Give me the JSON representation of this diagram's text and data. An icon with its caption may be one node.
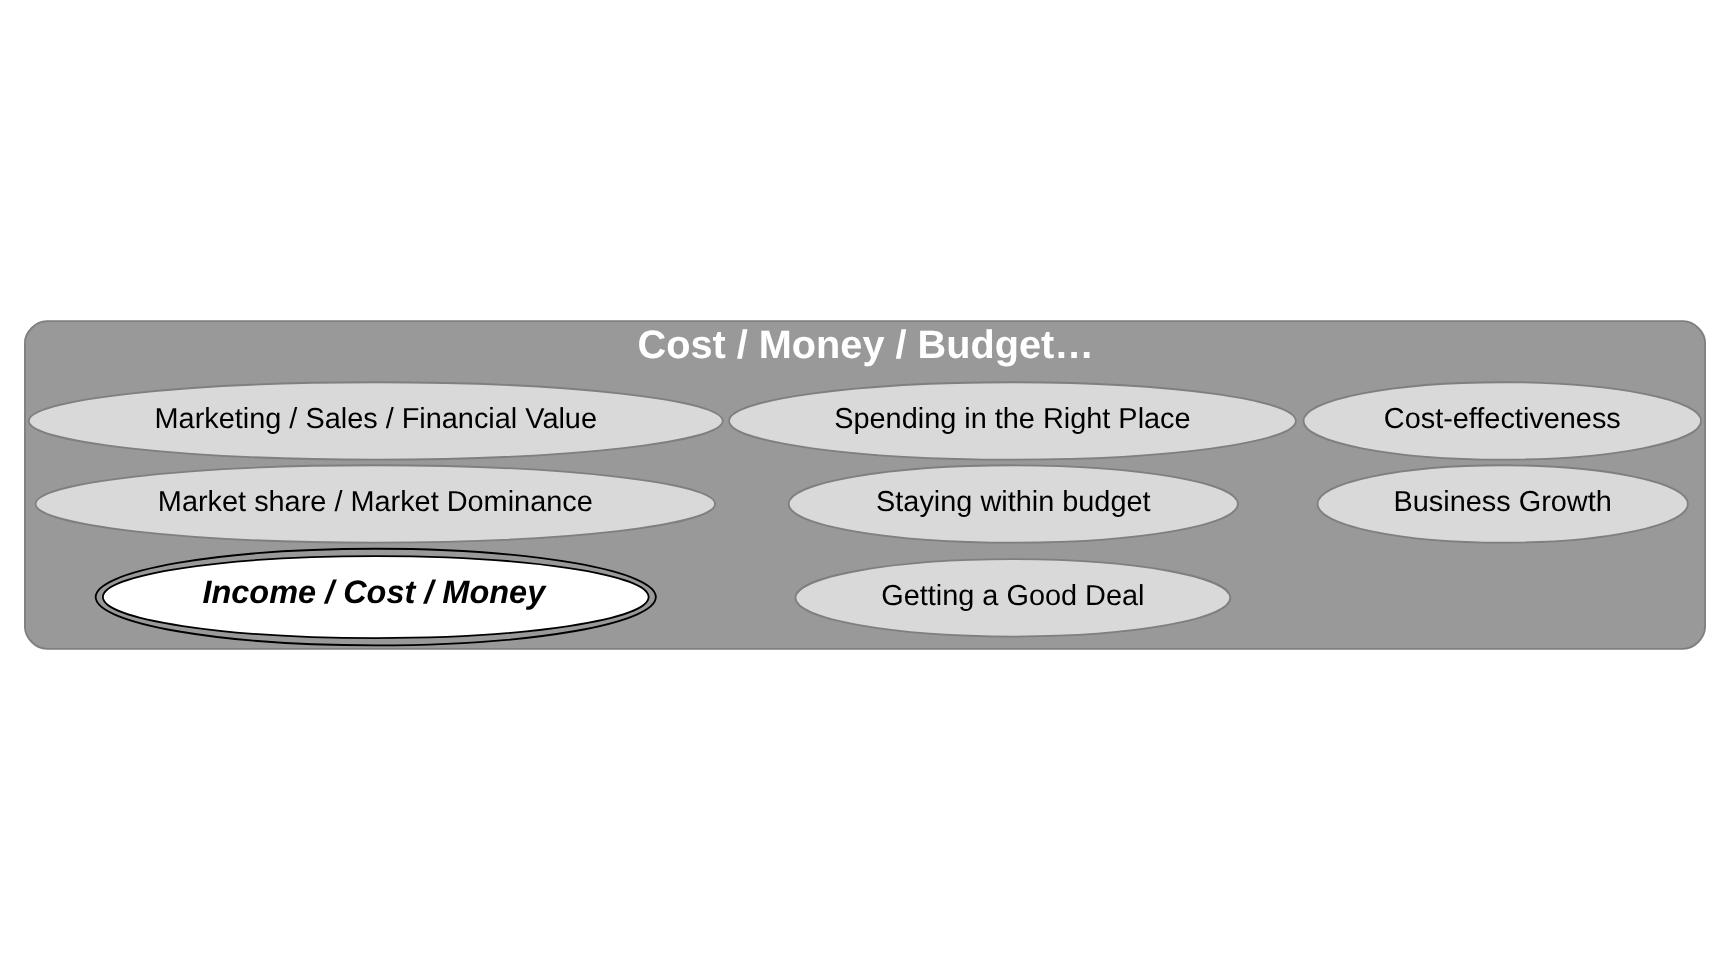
{
  "diagram": {
    "nodes": [
      {
        "text": [
          "Cost / Money / Budget…"
        ]
      },
      {
        "text": [
          "Staying within budget"
        ],
        "in": 0
      },
      {
        "text": [
          "Cost-effectiveness"
        ],
        "in": 0
      },
      {
        "text": [
          "Income / Cost / Money"
        ],
        "in": 0
      },
      {
        "text": [
          "Market share / Market Dominance"
        ],
        "in": 0
      },
      {
        "text": [
          "Getting a Good Deal"
        ],
        "in": 0
      },
      {
        "text": [
          "Marketing / Sales / Financial Value"
        ],
        "in": 0
      },
      {
        "text": [
          "Business Growth"
        ],
        "in": 0
      },
      {
        "text": [
          "Spending in the Right Place"
        ],
        "in": 0
      }
    ]
  }
}
